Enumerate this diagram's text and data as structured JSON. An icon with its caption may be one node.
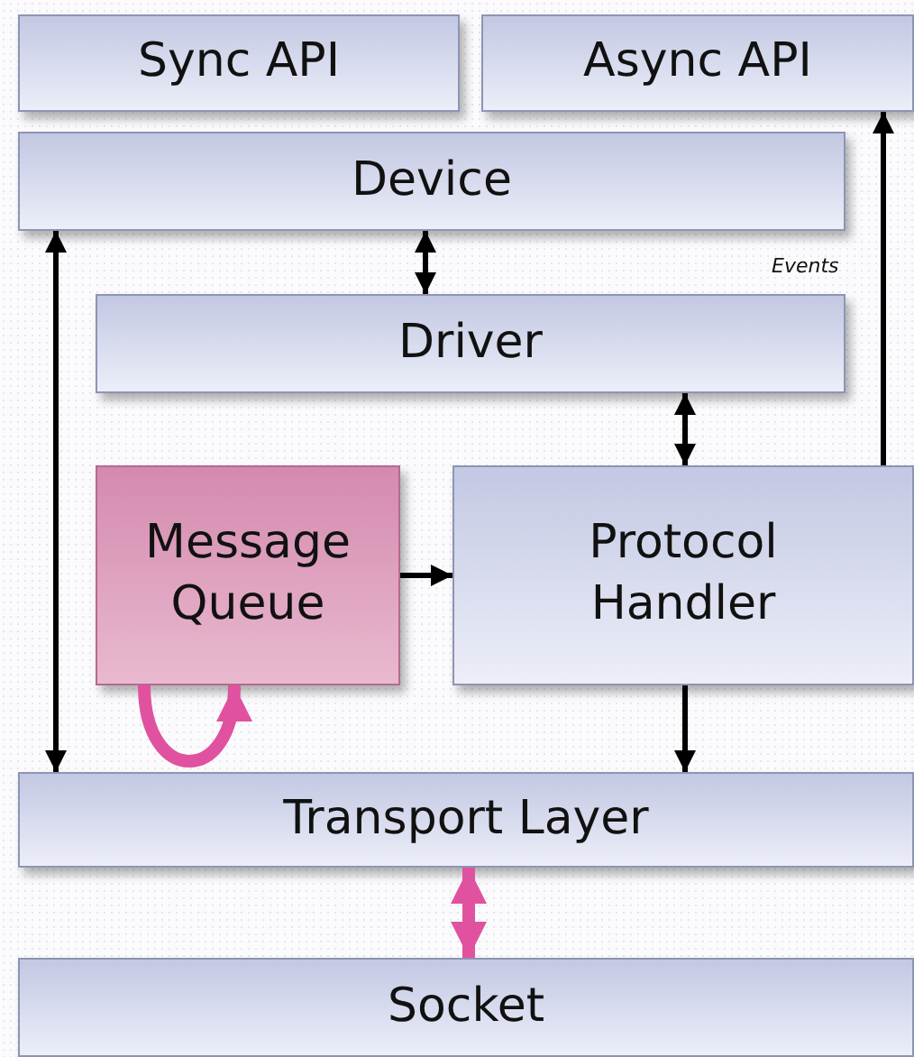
{
  "diagram": {
    "nodes": [
      {
        "text": [
          "Sync API"
        ]
      },
      {
        "text": [
          "Async API"
        ]
      },
      {
        "text": [
          "Device"
        ]
      },
      {
        "text": [
          "Driver"
        ]
      },
      {
        "text": [
          "Message Queue"
        ]
      },
      {
        "text": [
          "Protocol Handler"
        ]
      },
      {
        "text": [
          "Transport Layer"
        ]
      },
      {
        "text": [
          "Socket"
        ]
      }
    ],
    "edges": [
      {
        "from": 6,
        "to": 2,
        "arrow": "both"
      },
      {
        "from": 2,
        "to": 3,
        "arrow": "both"
      },
      {
        "from": 3,
        "to": 5,
        "arrow": "both"
      },
      {
        "from": 5,
        "to": 1,
        "arrow": "to",
        "label": "Events"
      },
      {
        "from": 4,
        "to": 5,
        "arrow": "to"
      },
      {
        "from": 5,
        "to": 6,
        "arrow": "to"
      },
      {
        "from": 4,
        "to": 4,
        "arrow": "to",
        "style": "thick",
        "color": "#e0529f"
      },
      {
        "from": 6,
        "to": 7,
        "arrow": "both",
        "style": "thick",
        "color": "#e0529f"
      }
    ]
  }
}
